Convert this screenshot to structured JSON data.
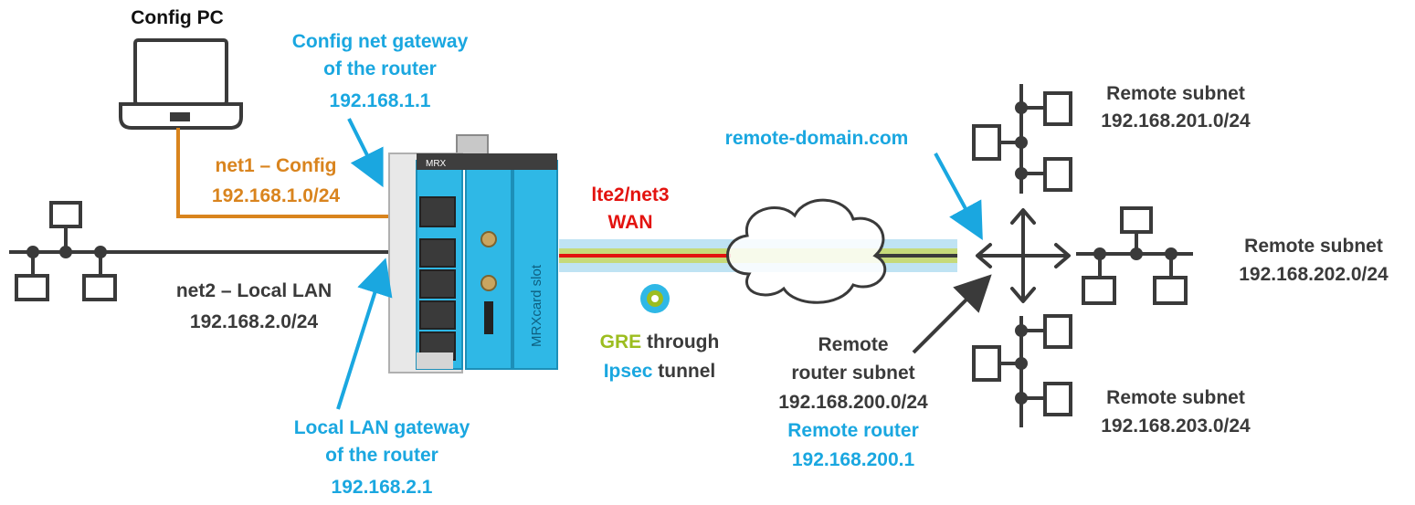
{
  "config_pc": {
    "label": "Config PC"
  },
  "config_gateway": {
    "line1": "Config net gateway",
    "line2": "of the router",
    "ip": "192.168.1.1"
  },
  "net1": {
    "name": "net1 – Config",
    "subnet": "192.168.1.0/24"
  },
  "net2": {
    "name": "net2 – Local LAN",
    "subnet": "192.168.2.0/24"
  },
  "lan_gateway": {
    "line1": "Local LAN gateway",
    "line2": "of the router",
    "ip": "192.168.2.1"
  },
  "router": {
    "brand_label": "MRX",
    "slot_label": "MRXcard slot"
  },
  "wan": {
    "name": "lte2/net3",
    "label": "WAN"
  },
  "tunnel": {
    "gre": "GRE",
    "through": "through",
    "ipsec": "Ipsec",
    "tunnel_word": "tunnel"
  },
  "remote_domain": "remote-domain.com",
  "remote_router": {
    "line1": "Remote",
    "line2": "router subnet",
    "subnet": "192.168.200.0/24",
    "label": "Remote router",
    "ip": "192.168.200.1"
  },
  "remote_subnets": [
    {
      "label": "Remote subnet",
      "subnet": "192.168.201.0/24"
    },
    {
      "label": "Remote subnet",
      "subnet": "192.168.202.0/24"
    },
    {
      "label": "Remote subnet",
      "subnet": "192.168.203.0/24"
    }
  ],
  "colors": {
    "blue": "#1aa7e0",
    "orange": "#d9841e",
    "red": "#e3130f",
    "green": "#9cbd1f",
    "dark": "#3a3a3a",
    "router_body": "#2fb8e6"
  }
}
